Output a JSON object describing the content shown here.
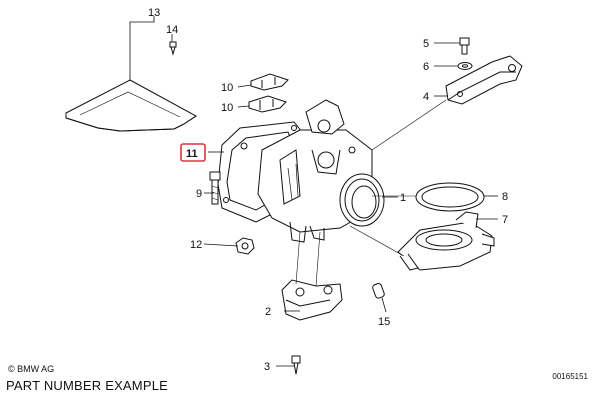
{
  "callouts": {
    "c1": "1",
    "c2": "2",
    "c3": "3",
    "c4": "4",
    "c5": "5",
    "c6": "6",
    "c7": "7",
    "c8": "8",
    "c9": "9",
    "c10a": "10",
    "c10b": "10",
    "c11": "11",
    "c12": "12",
    "c13": "13",
    "c14": "14",
    "c15": "15"
  },
  "highlight_color": "#e0343a",
  "footer": {
    "copyright": "© BMW AG",
    "caption": "PART NUMBER EXAMPLE",
    "drawing_number": "00165151"
  }
}
